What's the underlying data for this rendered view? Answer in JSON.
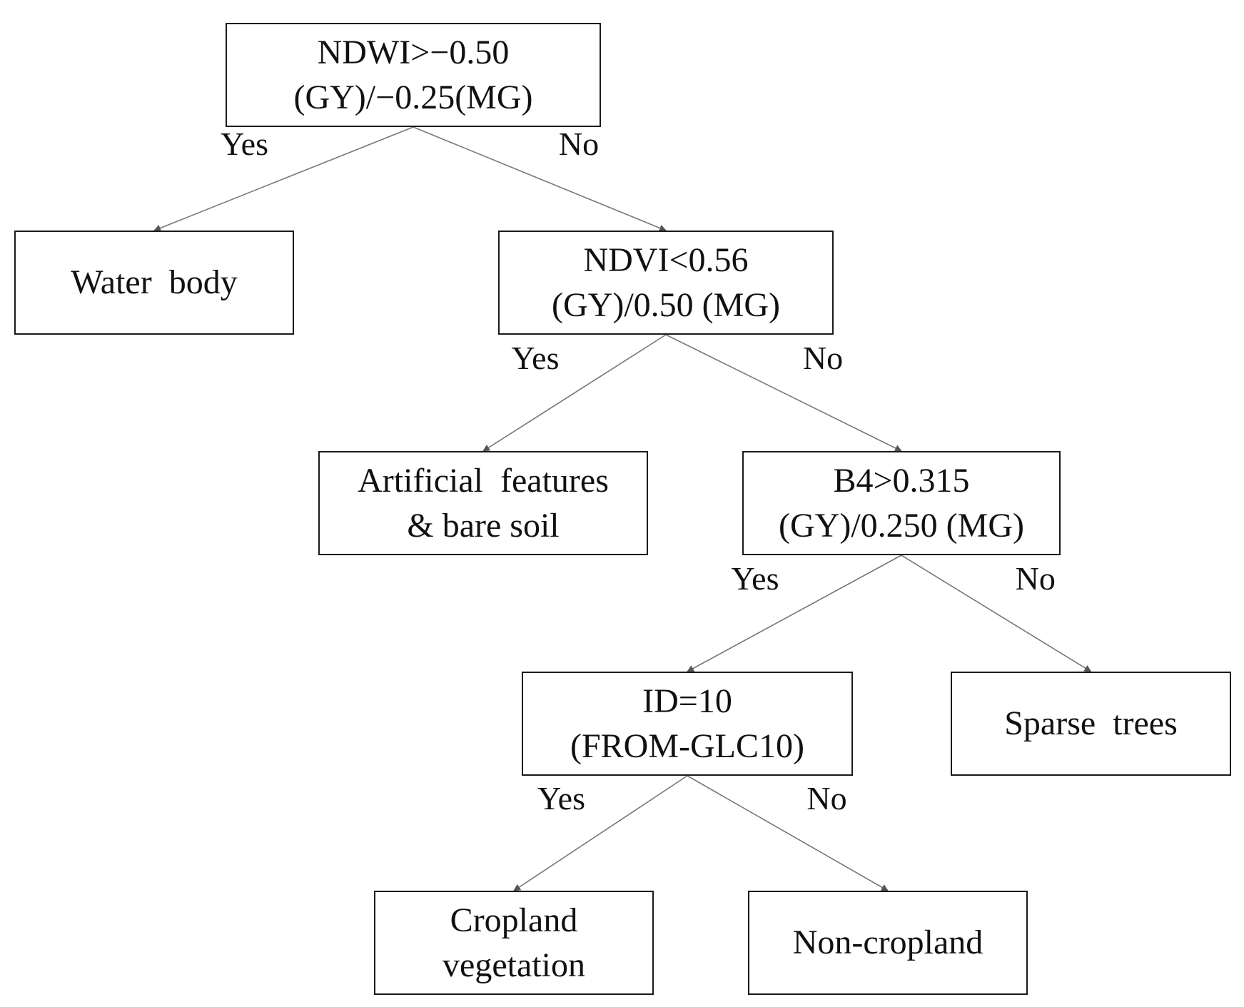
{
  "nodes": {
    "root": [
      "NDWI>−0.50",
      "(GY)/−0.25(MG)"
    ],
    "water": [
      "Water  body"
    ],
    "ndvi": [
      "NDVI<0.56",
      "(GY)/0.50 (MG)"
    ],
    "artificial": [
      "Artificial  features",
      "& bare soil"
    ],
    "b4": [
      "B4>0.315",
      "(GY)/0.250 (MG)"
    ],
    "id": [
      "ID=10",
      "(FROM-GLC10)"
    ],
    "sparse": [
      "Sparse  trees"
    ],
    "cropland": [
      "Cropland",
      "vegetation"
    ],
    "noncropland": [
      "Non-cropland"
    ]
  },
  "edges": [
    {
      "from": "root",
      "to": "water",
      "label": "Yes"
    },
    {
      "from": "root",
      "to": "ndvi",
      "label": "No"
    },
    {
      "from": "ndvi",
      "to": "artificial",
      "label": "Yes"
    },
    {
      "from": "ndvi",
      "to": "b4",
      "label": "No"
    },
    {
      "from": "b4",
      "to": "id",
      "label": "Yes"
    },
    {
      "from": "b4",
      "to": "sparse",
      "label": "No"
    },
    {
      "from": "id",
      "to": "cropland",
      "label": "Yes"
    },
    {
      "from": "id",
      "to": "noncropland",
      "label": "No"
    }
  ],
  "colors": {
    "line": "#777777",
    "arrowhead": "#555555",
    "border": "#1a1a1a",
    "text": "#111111"
  }
}
